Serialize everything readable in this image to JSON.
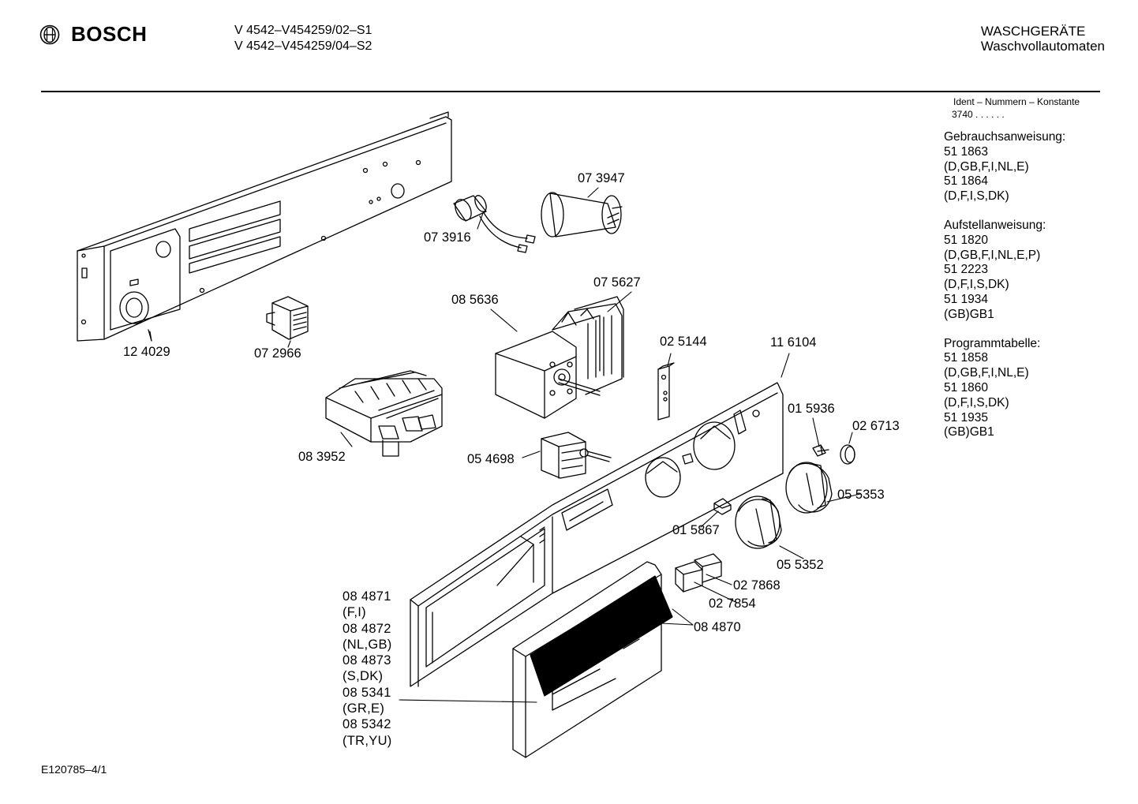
{
  "header": {
    "brand": "BOSCH",
    "model_line_1": "V 4542–V454259/02–S1",
    "model_line_2": "V 4542–V454259/04–S2",
    "category_line_1": "WASCHGERÄTE",
    "category_line_2": "Waschvollautomaten"
  },
  "ident": {
    "label": "Ident – Nummern – Konstante",
    "value": "3740 . .   . . . ."
  },
  "sidebar": {
    "sections": [
      {
        "title": "Gebrauchsanweisung:",
        "lines": [
          "51 1863",
          "(D,GB,F,I,NL,E)",
          "51 1864",
          "(D,F,I,S,DK)"
        ]
      },
      {
        "title": "Aufstellanweisung:",
        "lines": [
          "51 1820",
          "(D,GB,F,I,NL,E,P)",
          "51 2223",
          "(D,F,I,S,DK)",
          "51 1934",
          "(GB)GB1"
        ]
      },
      {
        "title": "Programmtabelle:",
        "lines": [
          "51 1858",
          "(D,GB,F,I,NL,E)",
          "51 1860",
          "(D,F,I,S,DK)",
          "51 1935",
          "(GB)GB1"
        ]
      }
    ]
  },
  "parts": {
    "p124029": "12 4029",
    "p072966": "07 2966",
    "p073916": "07 3916",
    "p073947": "07 3947",
    "p085636": "08 5636",
    "p075627": "07 5627",
    "p025144": "02 5144",
    "p116104": "11 6104",
    "p083952": "08 3952",
    "p054698": "05 4698",
    "p015936": "01 5936",
    "p026713": "02 6713",
    "p055353": "05 5353",
    "p015867": "01 5867",
    "p055352": "05 5352",
    "p027868": "02 7868",
    "p027854": "02 7854",
    "p084870": "08 4870"
  },
  "variants": [
    "08 4871",
    "(F,I)",
    "08 4872",
    "(NL,GB)",
    "08 4873",
    "(S,DK)",
    "08 5341",
    "(GR,E)",
    "08 5342",
    "(TR,YU)"
  ],
  "footer": {
    "code": "E120785–4/1"
  }
}
